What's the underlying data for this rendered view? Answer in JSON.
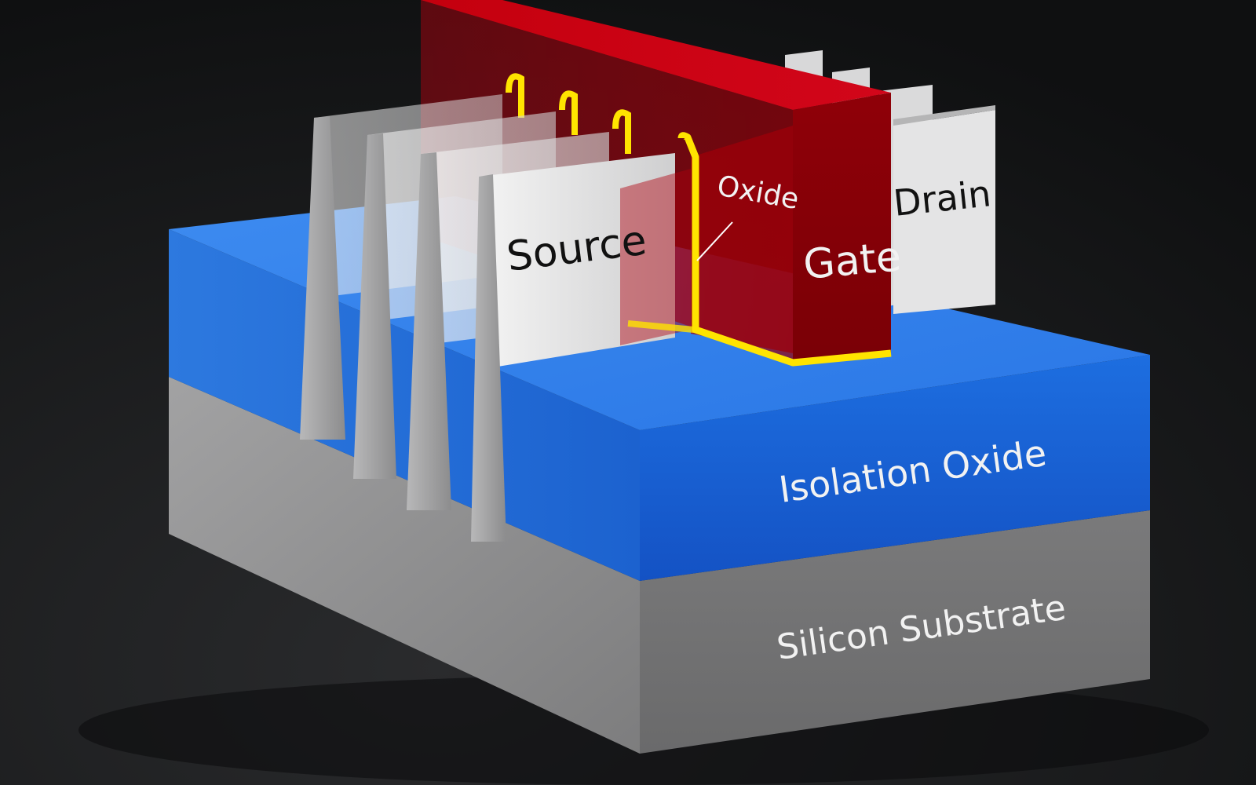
{
  "labels": {
    "source": "Source",
    "oxide": "Oxide",
    "gate": "Gate",
    "drain": "Drain",
    "isolation_oxide": "Isolation Oxide",
    "silicon_substrate": "Silicon Substrate"
  },
  "colors": {
    "background": "#141516",
    "substrate": "#8f8f90",
    "isolation_oxide": "#1f6fd9",
    "gate": "#b0000d",
    "gate_oxide": "#ffe400",
    "fin": "#e6e6e6",
    "label_dark": "#111111",
    "label_light": "#f2f2f2"
  }
}
